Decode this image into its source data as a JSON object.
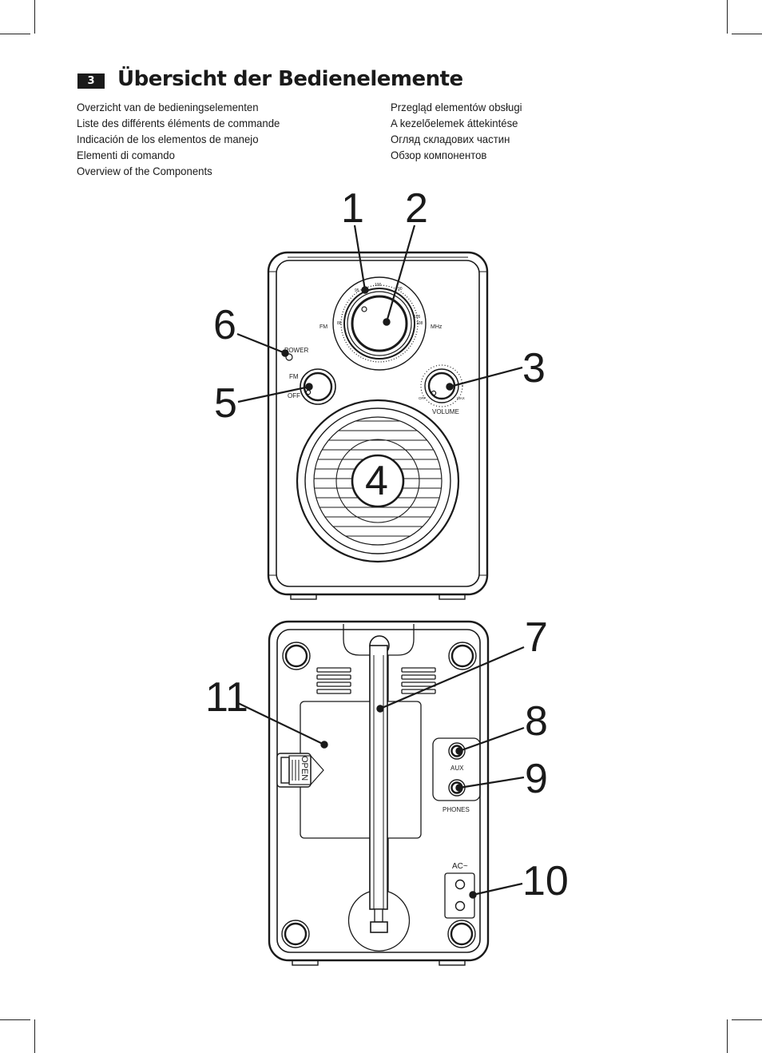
{
  "header": {
    "page_number": "3",
    "title": "Übersicht der Bedienelemente"
  },
  "subtitles": {
    "left": [
      "Overzicht van de bedieningselementen",
      "Liste des différents éléments de commande",
      "Indicación de los elementos de manejo",
      "Elementi di comando",
      "Overview of the Components"
    ],
    "right": [
      "Przegląd elementów obsługi",
      "A kezelőelemek áttekintése",
      "Огляд складових частин",
      "Обзор компонентов"
    ]
  },
  "callouts": {
    "c1": "1",
    "c2": "2",
    "c3": "3",
    "c4": "4",
    "c5": "5",
    "c6": "6",
    "c7": "7",
    "c8": "8",
    "c9": "9",
    "c10": "10",
    "c11": "11"
  },
  "front_labels": {
    "fm_band": "FM",
    "mhz": "MHz",
    "dial_100": "100",
    "dial_95": "95",
    "dial_90": "90",
    "dial_105": "105",
    "dial_88": "88",
    "dial_108": "108",
    "power": "POWER",
    "switch_fm": "FM",
    "switch_off": "OFF",
    "vol_off": "OFF",
    "vol_max": "MAX",
    "volume": "VOLUME"
  },
  "back_labels": {
    "open": "OPEN",
    "aux": "AUX",
    "phones": "PHONES",
    "ac": "AC~"
  }
}
